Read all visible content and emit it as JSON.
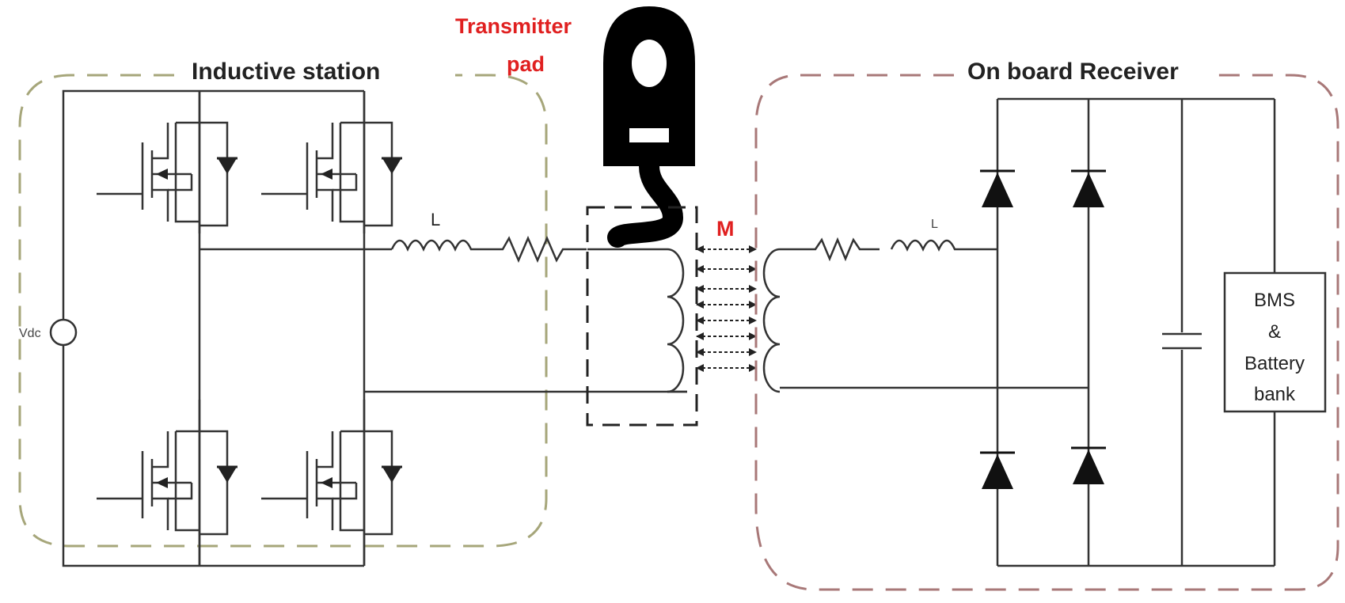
{
  "labels": {
    "inductive_station": "Inductive station",
    "transmitter_pad_line1": "Transmitter",
    "transmitter_pad_line2": "pad",
    "onboard_receiver": "On board Receiver",
    "inductor_left": "L",
    "inductor_right": "L",
    "mutual": "M",
    "vdc": "Vdc",
    "bms_line1": "BMS",
    "bms_line2": "&",
    "bms_line3": "Battery",
    "bms_line4": "bank"
  },
  "colors": {
    "station_border": "#a6a67a",
    "receiver_border": "#a87878",
    "accent_red": "#e02020",
    "wire": "#333333"
  },
  "icons": {
    "pad": "charging-plug-icon"
  }
}
